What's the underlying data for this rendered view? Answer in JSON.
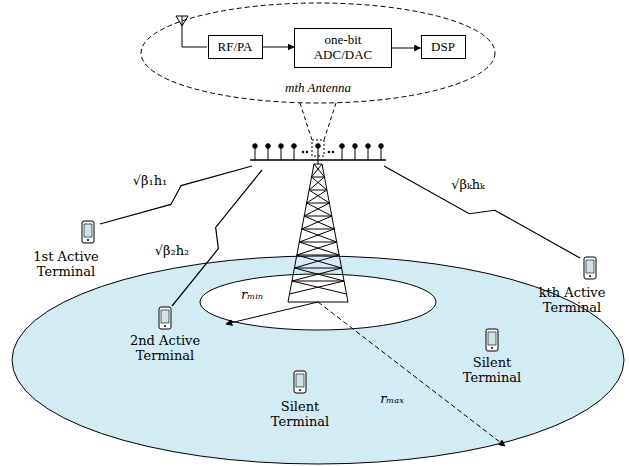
{
  "diagram": {
    "nodes": [
      {
        "text": [
          "mth Antenna"
        ]
      },
      {
        "text": [
          "RF/PA"
        ],
        "in": 0
      },
      {
        "text": [
          "one-bit ADC/DAC"
        ],
        "in": 0
      },
      {
        "text": [
          "DSP"
        ],
        "in": 0
      }
    ],
    "edges": [
      {
        "from": 1,
        "to": 2,
        "arrow": "to"
      },
      {
        "from": 2,
        "to": 3,
        "arrow": "to"
      }
    ],
    "labels": [
      "√β₁h₁",
      "√β₂h₂",
      "√βₖhₖ",
      "1st Active Terminal",
      "2nd Active Terminal",
      "kth Active Terminal",
      "Silent Terminal",
      "Silent Terminal",
      "rₘᵢₙ",
      "rₘₐₓ"
    ]
  }
}
